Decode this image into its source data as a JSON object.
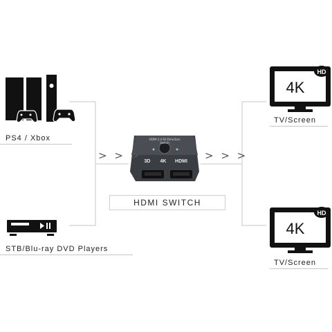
{
  "sources": {
    "console_label": "PS4 / Xbox",
    "player_label": "STB/Blu-ray DVD Players"
  },
  "switch": {
    "title": "HDMI SWITCH",
    "device_text": "HDMI 2.0 Bi-Direction Switch",
    "badge_3d": "3D",
    "badge_4k": "4K",
    "badge_hdmi": "HDMI"
  },
  "outputs": [
    {
      "screen_text": "4K",
      "badge": "HD",
      "label": "TV/Screen"
    },
    {
      "screen_text": "4K",
      "badge": "HD",
      "label": "TV/Screen"
    }
  ],
  "arrows": {
    "left": "> > >",
    "right": "> > >"
  },
  "colors": {
    "line": "#c7c7c7",
    "icon": "#111111",
    "device": "#3a3d42"
  },
  "icons": [
    "ps4-console-icon",
    "xbox-console-icon",
    "gamepad-icon",
    "set-top-box-icon",
    "tv-icon",
    "hdmi-switch-device"
  ]
}
